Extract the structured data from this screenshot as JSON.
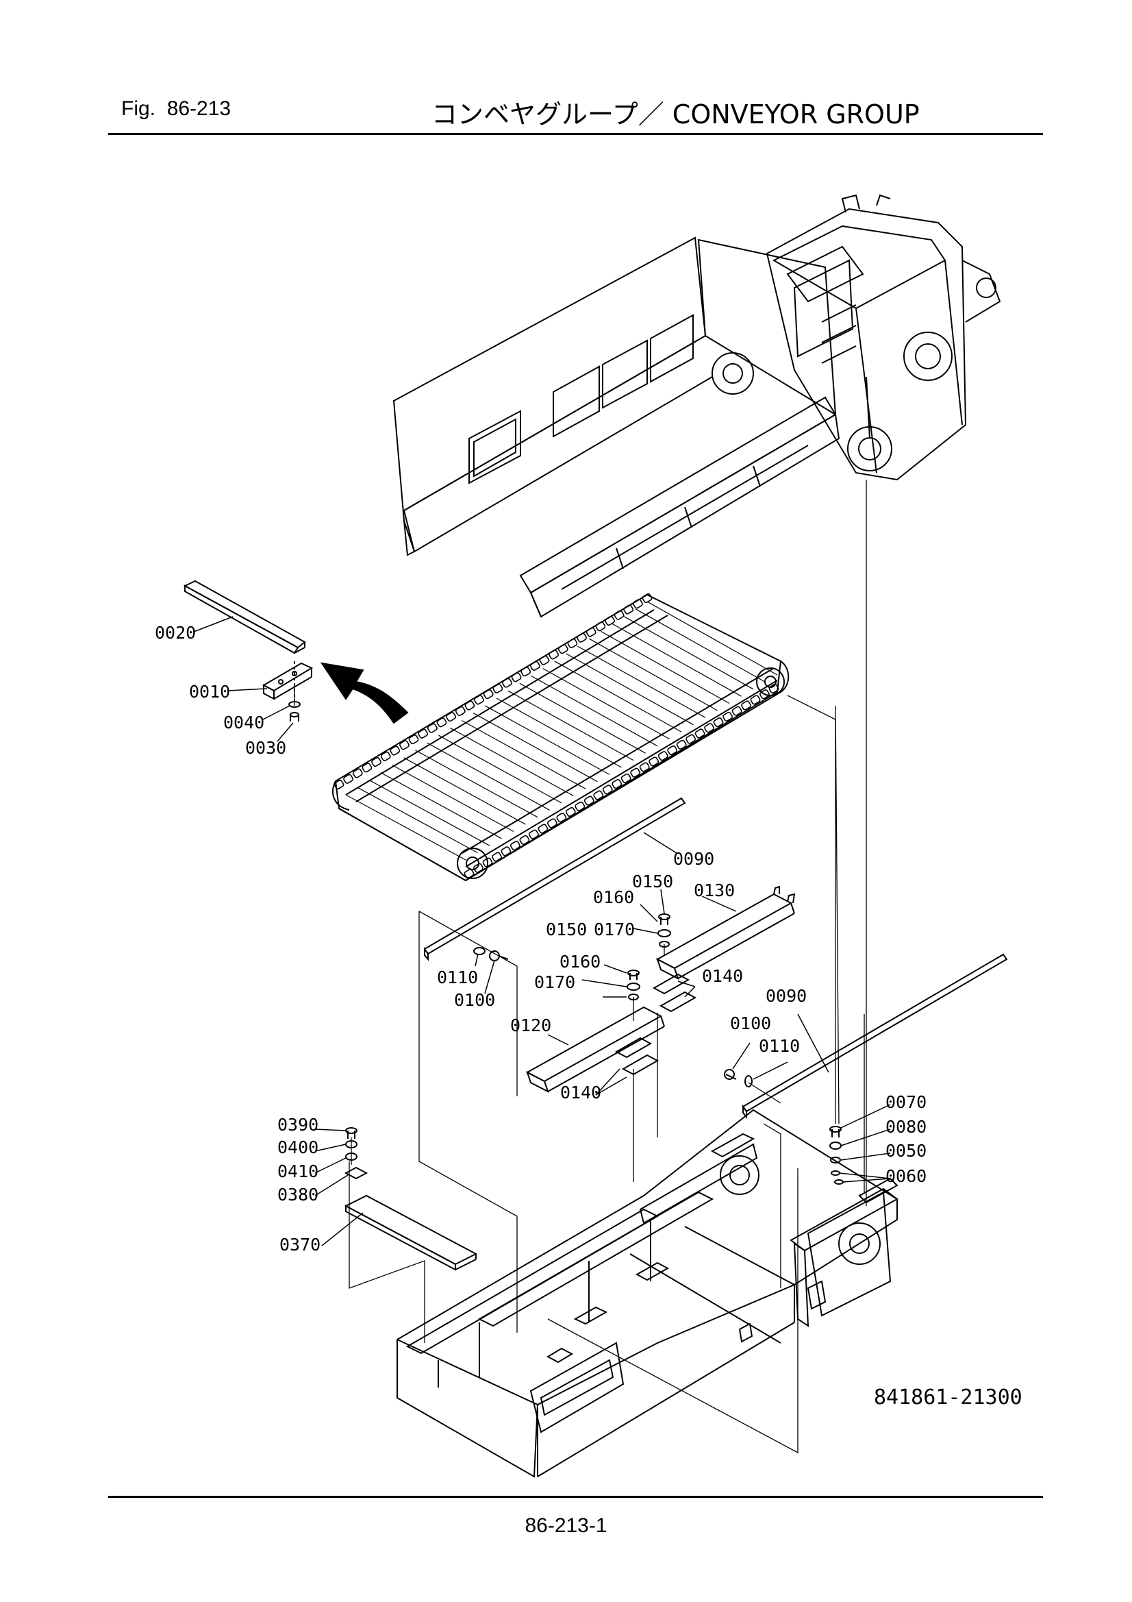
{
  "header": {
    "fig_prefix": "Fig.",
    "fig_number": "86-213",
    "title": "コンベヤグループ／ CONVEYOR GROUP"
  },
  "drawing_number": "841861-21300",
  "page_number": "86-213-1",
  "callouts": [
    {
      "id": "c0020",
      "text": "0020"
    },
    {
      "id": "c0010",
      "text": "0010"
    },
    {
      "id": "c0040",
      "text": "0040"
    },
    {
      "id": "c0030",
      "text": "0030"
    },
    {
      "id": "c0090a",
      "text": "0090"
    },
    {
      "id": "c0150a",
      "text": "0150"
    },
    {
      "id": "c0160a",
      "text": "0160"
    },
    {
      "id": "c0130",
      "text": "0130"
    },
    {
      "id": "c0150b",
      "text": "0150"
    },
    {
      "id": "c0170a",
      "text": "0170"
    },
    {
      "id": "c0160b",
      "text": "0160"
    },
    {
      "id": "c0170b",
      "text": "0170"
    },
    {
      "id": "c0140a",
      "text": "0140"
    },
    {
      "id": "c0110a",
      "text": "0110"
    },
    {
      "id": "c0100a",
      "text": "0100"
    },
    {
      "id": "c0090b",
      "text": "0090"
    },
    {
      "id": "c0100b",
      "text": "0100"
    },
    {
      "id": "c0110b",
      "text": "0110"
    },
    {
      "id": "c0120",
      "text": "0120"
    },
    {
      "id": "c0140b",
      "text": "0140"
    },
    {
      "id": "c0390",
      "text": "0390"
    },
    {
      "id": "c0400",
      "text": "0400"
    },
    {
      "id": "c0410",
      "text": "0410"
    },
    {
      "id": "c0380",
      "text": "0380"
    },
    {
      "id": "c0370",
      "text": "0370"
    },
    {
      "id": "c0070",
      "text": "0070"
    },
    {
      "id": "c0080",
      "text": "0080"
    },
    {
      "id": "c0050",
      "text": "0050"
    },
    {
      "id": "c0060",
      "text": "0060"
    }
  ]
}
